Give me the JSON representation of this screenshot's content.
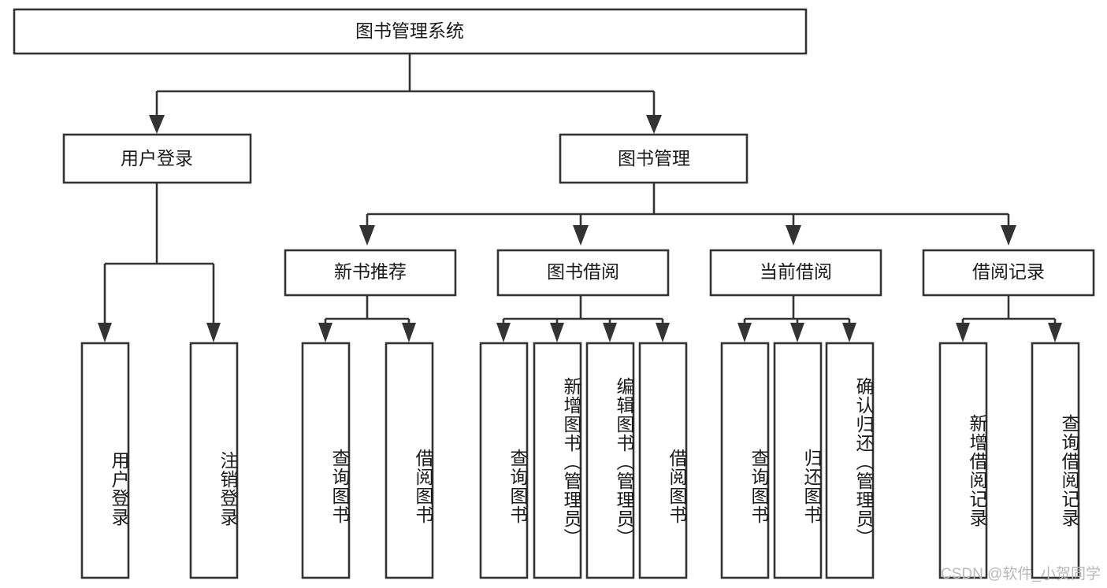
{
  "diagram": {
    "type": "tree-hierarchy",
    "title": "图书管理系统",
    "orientation": "top-down",
    "root": {
      "id": "root",
      "label": "图书管理系统",
      "level": 0
    },
    "level2": [
      {
        "id": "user-login",
        "label": "用户登录"
      },
      {
        "id": "book-management",
        "label": "图书管理"
      }
    ],
    "level3": [
      {
        "id": "new-book-recommend",
        "label": "新书推荐",
        "parent": "book-management"
      },
      {
        "id": "book-borrow",
        "label": "图书借阅",
        "parent": "book-management"
      },
      {
        "id": "current-borrow",
        "label": "当前借阅",
        "parent": "book-management"
      },
      {
        "id": "borrow-record",
        "label": "借阅记录",
        "parent": "book-management"
      }
    ],
    "leaves": [
      {
        "id": "leaf-user-login",
        "label": "用户登录",
        "parent": "user-login"
      },
      {
        "id": "leaf-logout",
        "label": "注销登录",
        "parent": "user-login"
      },
      {
        "id": "leaf-query-book-1",
        "label": "查询图书",
        "parent": "new-book-recommend"
      },
      {
        "id": "leaf-borrow-book-1",
        "label": "借阅图书",
        "parent": "new-book-recommend"
      },
      {
        "id": "leaf-query-book-2",
        "label": "查询图书",
        "parent": "book-borrow"
      },
      {
        "id": "leaf-add-book",
        "label": "新增图书（管理员）",
        "parent": "book-borrow"
      },
      {
        "id": "leaf-edit-book",
        "label": "编辑图书（管理员）",
        "parent": "book-borrow"
      },
      {
        "id": "leaf-borrow-book-2",
        "label": "借阅图书",
        "parent": "book-borrow"
      },
      {
        "id": "leaf-query-book-3",
        "label": "查询图书",
        "parent": "current-borrow"
      },
      {
        "id": "leaf-return-book",
        "label": "归还图书",
        "parent": "current-borrow"
      },
      {
        "id": "leaf-confirm-return",
        "label": "确认归还（管理员）",
        "parent": "current-borrow"
      },
      {
        "id": "leaf-add-record",
        "label": "新增借阅记录",
        "parent": "borrow-record"
      },
      {
        "id": "leaf-query-record",
        "label": "查询借阅记录",
        "parent": "borrow-record"
      }
    ],
    "colors": {
      "box_fill": "#ffffff",
      "box_stroke": "#333333",
      "text": "#1a1a1a",
      "background": "#ffffff",
      "watermark": "#b8b8b8"
    }
  },
  "watermark": {
    "text": "CSDN @软件_小贺同学"
  }
}
